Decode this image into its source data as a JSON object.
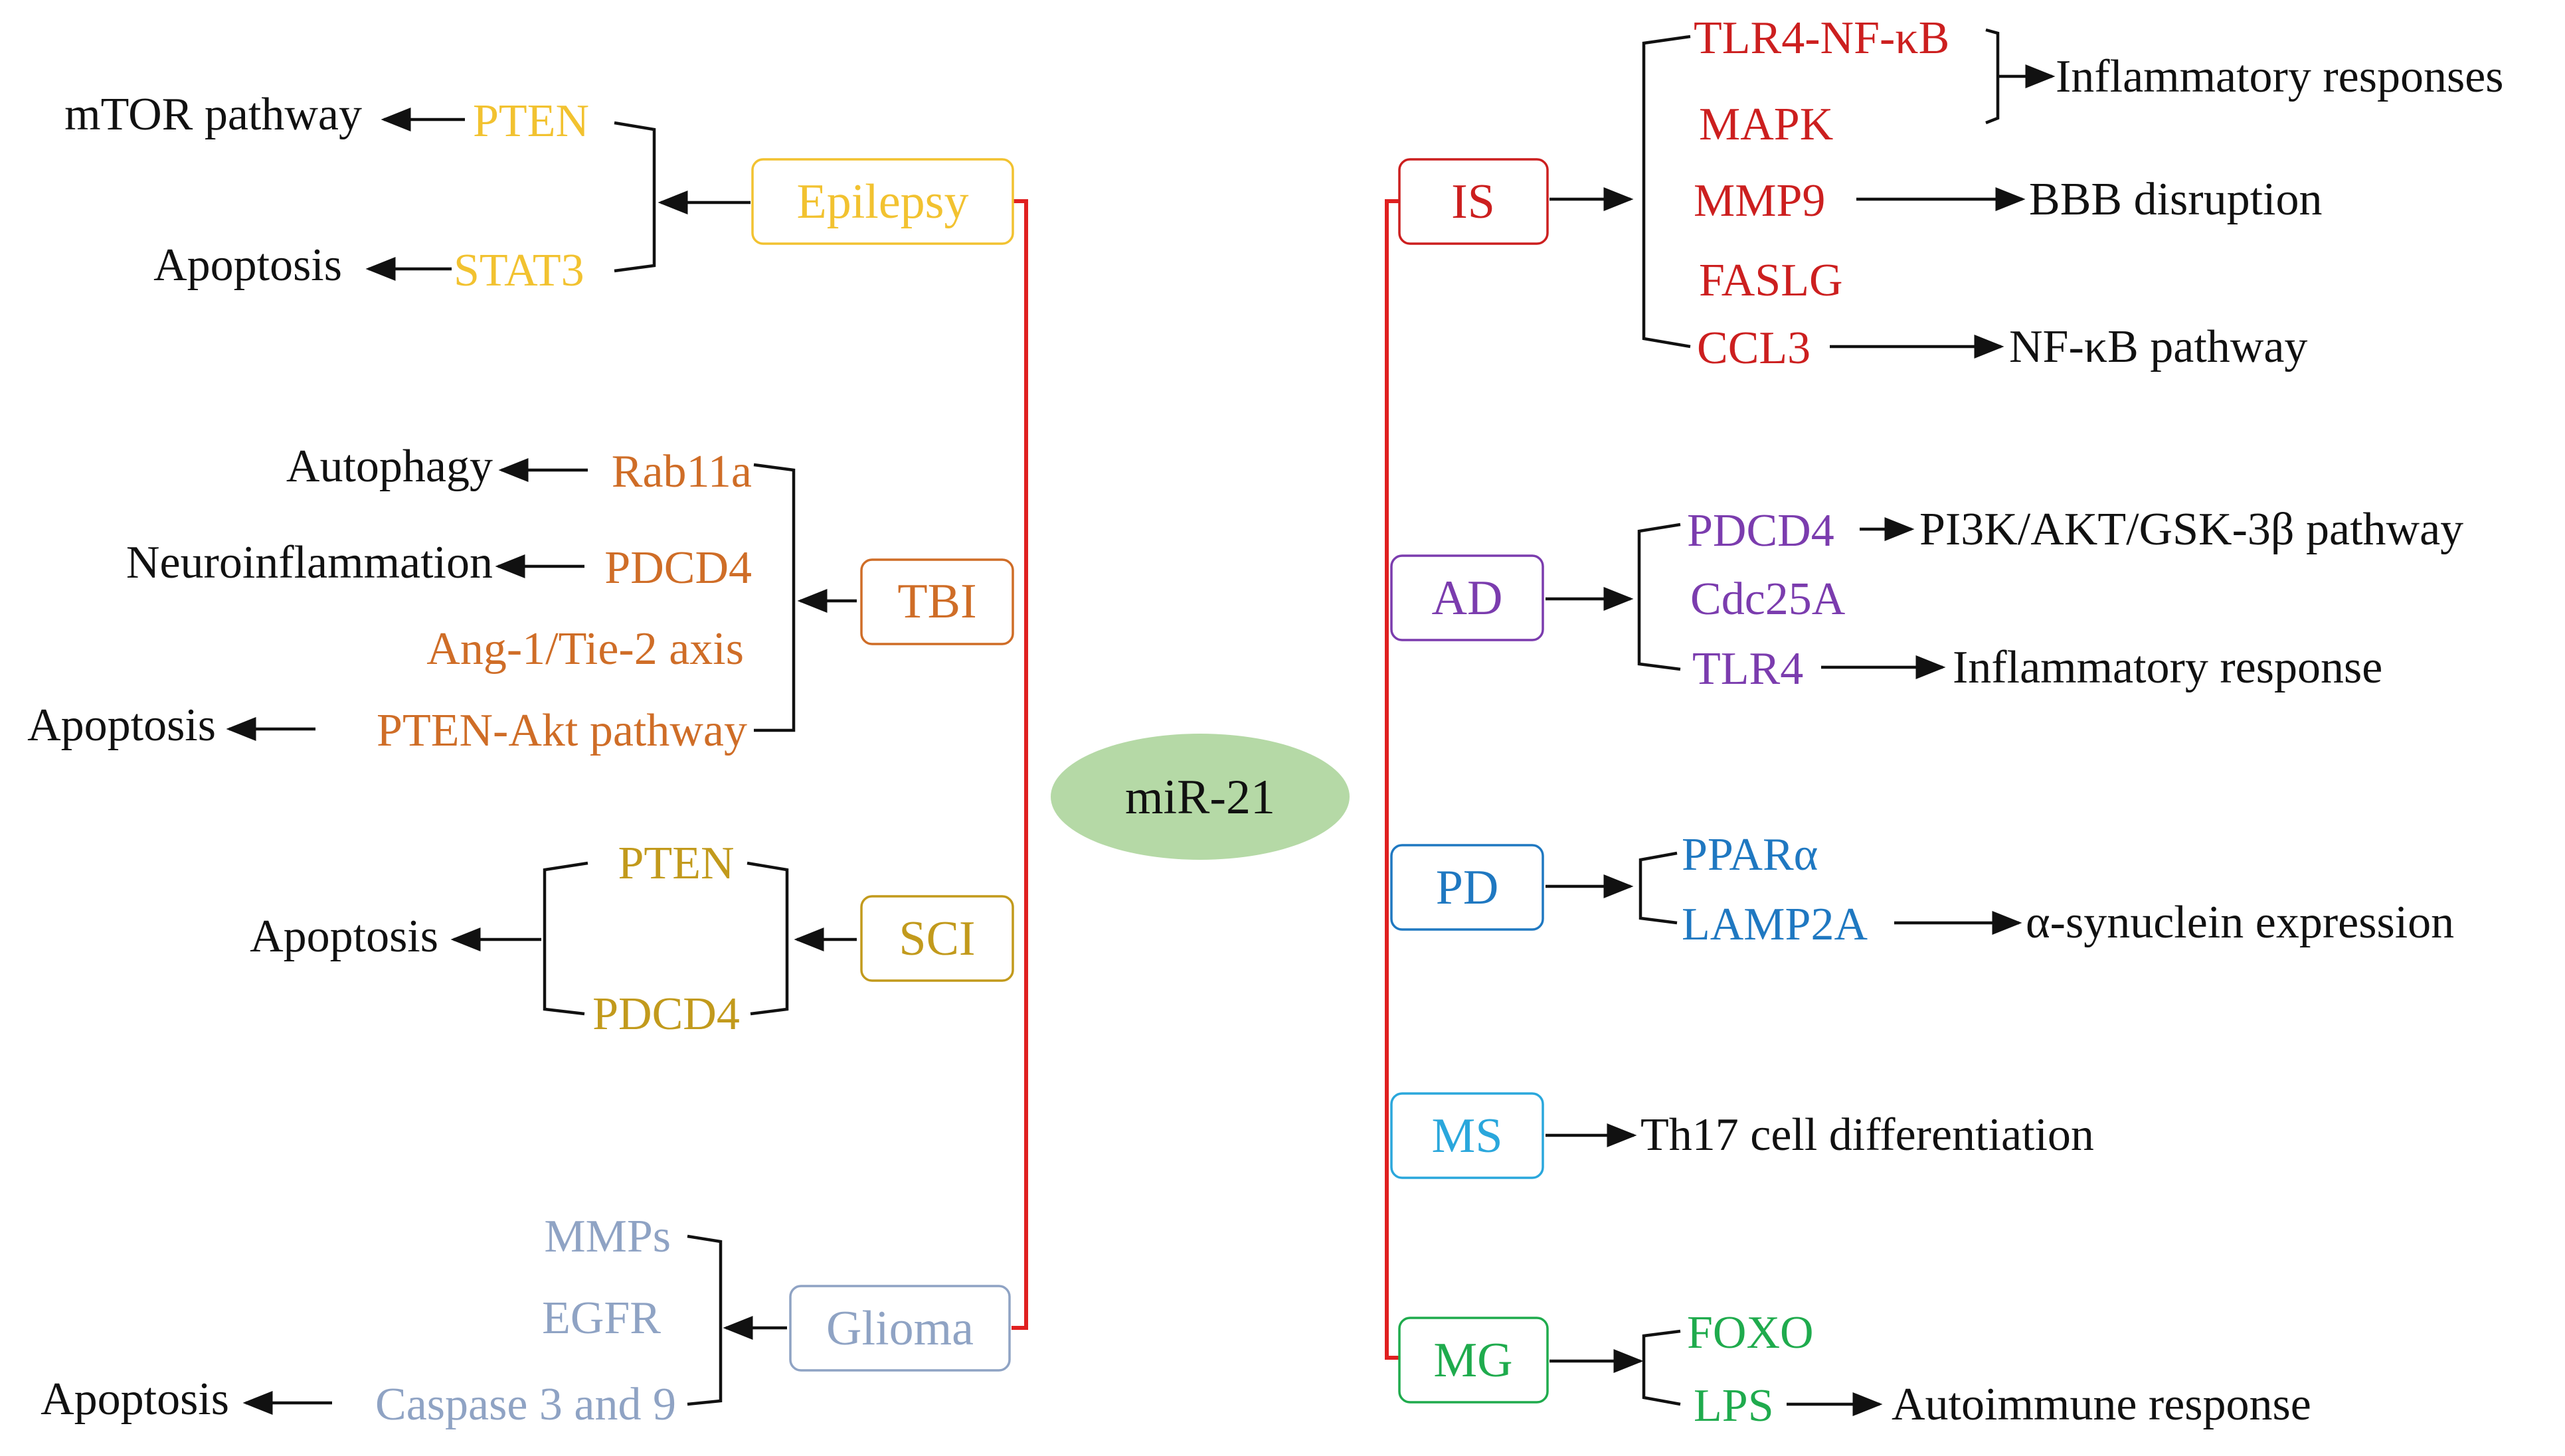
{
  "center": {
    "label": "miR-21",
    "fill": "#b5d9a6"
  },
  "colors": {
    "black": "#111111",
    "connector": "#e02020",
    "epilepsy": "#f2c230",
    "tbi": "#cf6d27",
    "sci": "#c29a1c",
    "glioma": "#8fa3c4",
    "is": "#cc1f1f",
    "ad": "#7b3cae",
    "pd": "#1f78c1",
    "ms": "#2aa7dc",
    "mg": "#1fab4d"
  },
  "diseases": {
    "epilepsy": {
      "label": "Epilepsy",
      "targets": [
        "PTEN",
        "STAT3"
      ],
      "outcomes": [
        "mTOR pathway",
        "Apoptosis"
      ]
    },
    "tbi": {
      "label": "TBI",
      "targets": [
        "Rab11a",
        "PDCD4",
        "Ang-1/Tie-2 axis",
        "PTEN-Akt pathway"
      ],
      "outcomes": [
        "Autophagy",
        "Neuroinflammation",
        "Apoptosis"
      ]
    },
    "sci": {
      "label": "SCI",
      "targets": [
        "PTEN",
        "PDCD4"
      ],
      "outcomes": [
        "Apoptosis"
      ]
    },
    "glioma": {
      "label": "Glioma",
      "targets": [
        "MMPs",
        "EGFR",
        "Caspase 3 and 9"
      ],
      "outcomes": [
        "Apoptosis"
      ]
    },
    "is": {
      "label": "IS",
      "targets": [
        "TLR4-NF-κB",
        "MAPK",
        "MMP9",
        "FASLG",
        "CCL3"
      ],
      "outcomes": [
        "Inflammatory responses",
        "BBB disruption",
        "NF-κB pathway"
      ]
    },
    "ad": {
      "label": "AD",
      "targets": [
        "PDCD4",
        "Cdc25A",
        "TLR4"
      ],
      "outcomes": [
        "PI3K/AKT/GSK-3β pathway",
        "Inflammatory response"
      ]
    },
    "pd": {
      "label": "PD",
      "targets": [
        "PPARα",
        "LAMP2A"
      ],
      "outcomes": [
        "α-synuclein expression"
      ]
    },
    "ms": {
      "label": "MS",
      "targets": [],
      "outcomes": [
        "Th17 cell differentiation"
      ]
    },
    "mg": {
      "label": "MG",
      "targets": [
        "FOXO",
        "LPS"
      ],
      "outcomes": [
        "Autoimmune response"
      ]
    }
  }
}
